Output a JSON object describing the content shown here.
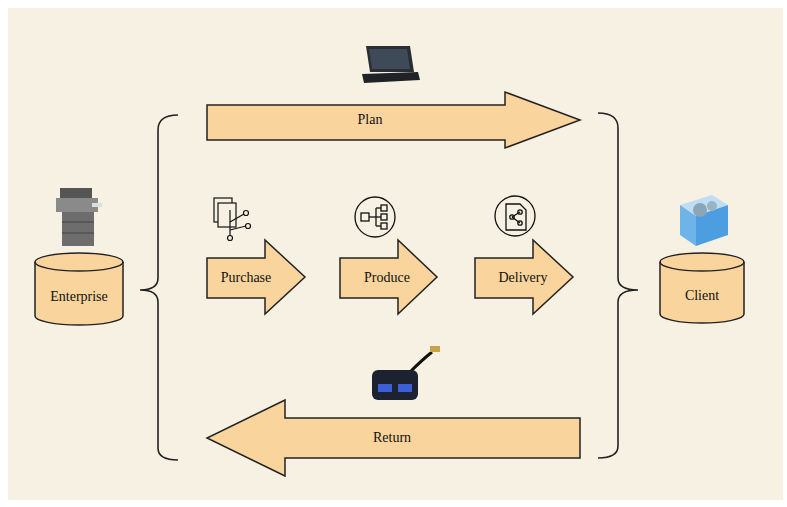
{
  "diagram": {
    "nodes": [
      {
        "text": [
          "Plan"
        ]
      },
      {
        "text": [
          "Enterprise"
        ]
      },
      {
        "text": [
          "Purchase"
        ]
      },
      {
        "text": [
          "Produce"
        ]
      },
      {
        "text": [
          "Delivery"
        ]
      },
      {
        "text": [
          "Client"
        ]
      },
      {
        "text": [
          "Return"
        ]
      }
    ]
  }
}
